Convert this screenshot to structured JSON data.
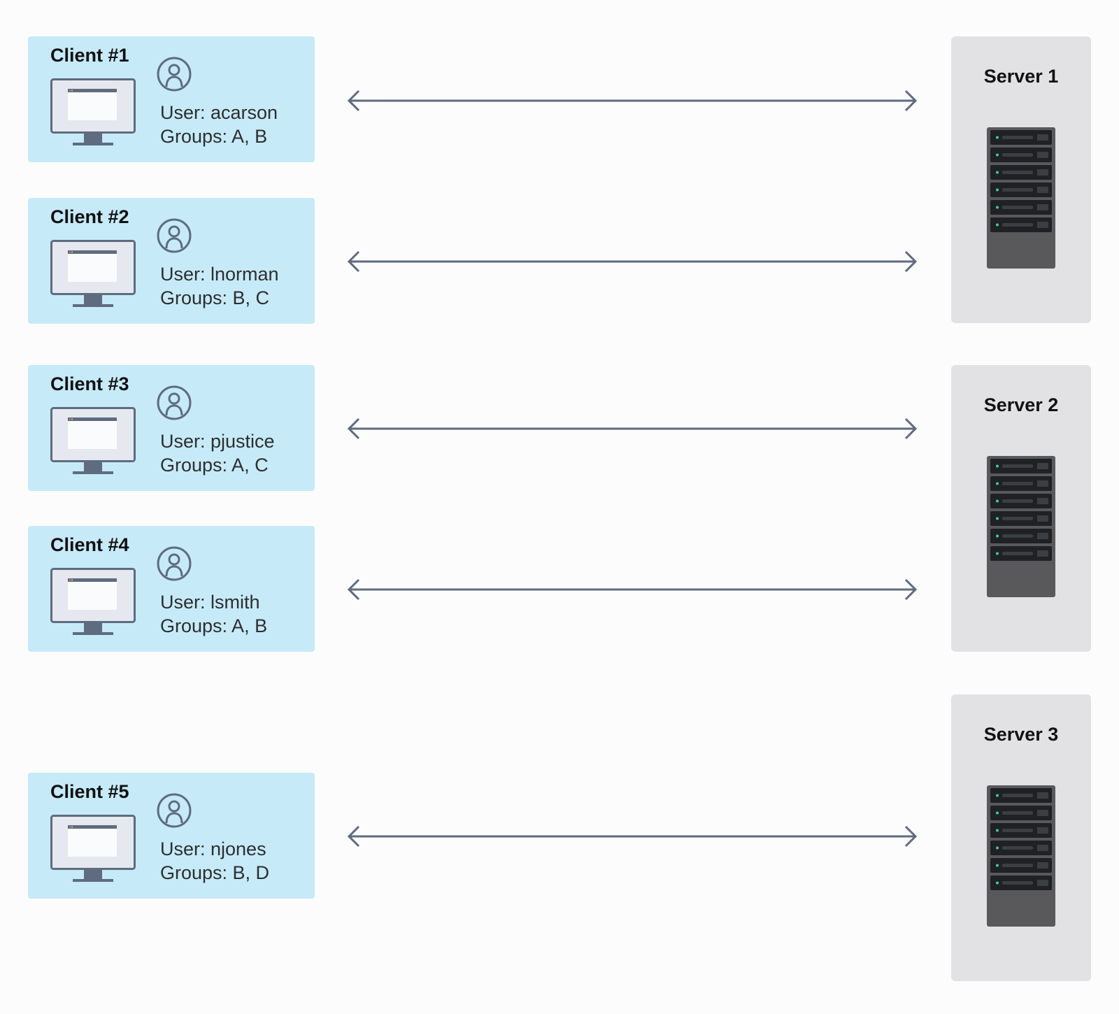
{
  "clients": [
    {
      "title": "Client #1",
      "user": "User: acarson",
      "groups": "Groups: A, B"
    },
    {
      "title": "Client #2",
      "user": "User: lnorman",
      "groups": "Groups: B, C"
    },
    {
      "title": "Client #3",
      "user": "User: pjustice",
      "groups": "Groups: A, C"
    },
    {
      "title": "Client #4",
      "user": "User: lsmith",
      "groups": "Groups: A, B"
    },
    {
      "title": "Client #5",
      "user": "User: njones",
      "groups": "Groups: B, D"
    }
  ],
  "servers": [
    {
      "title": "Server 1"
    },
    {
      "title": "Server 2"
    },
    {
      "title": "Server 3"
    }
  ],
  "connections": [
    {
      "from": "Client #1",
      "to": "Server 1",
      "direction": "bidirectional"
    },
    {
      "from": "Client #2",
      "to": "Server 1",
      "direction": "bidirectional"
    },
    {
      "from": "Client #3",
      "to": "Server 2",
      "direction": "bidirectional"
    },
    {
      "from": "Client #4",
      "to": "Server 2",
      "direction": "bidirectional"
    },
    {
      "from": "Client #5",
      "to": "Server 3",
      "direction": "bidirectional"
    }
  ],
  "colors": {
    "client_box": "#c6eaf8",
    "server_box": "#e2e1e4",
    "arrow": "#5f6b7e",
    "rack_body": "#59595c",
    "rack_unit": "#1f2124",
    "led": "#3ecf8e"
  },
  "icons": {
    "client_device": "monitor-icon",
    "client_user": "user-icon",
    "server_device": "server-rack-icon",
    "connection": "double-arrow-icon"
  }
}
